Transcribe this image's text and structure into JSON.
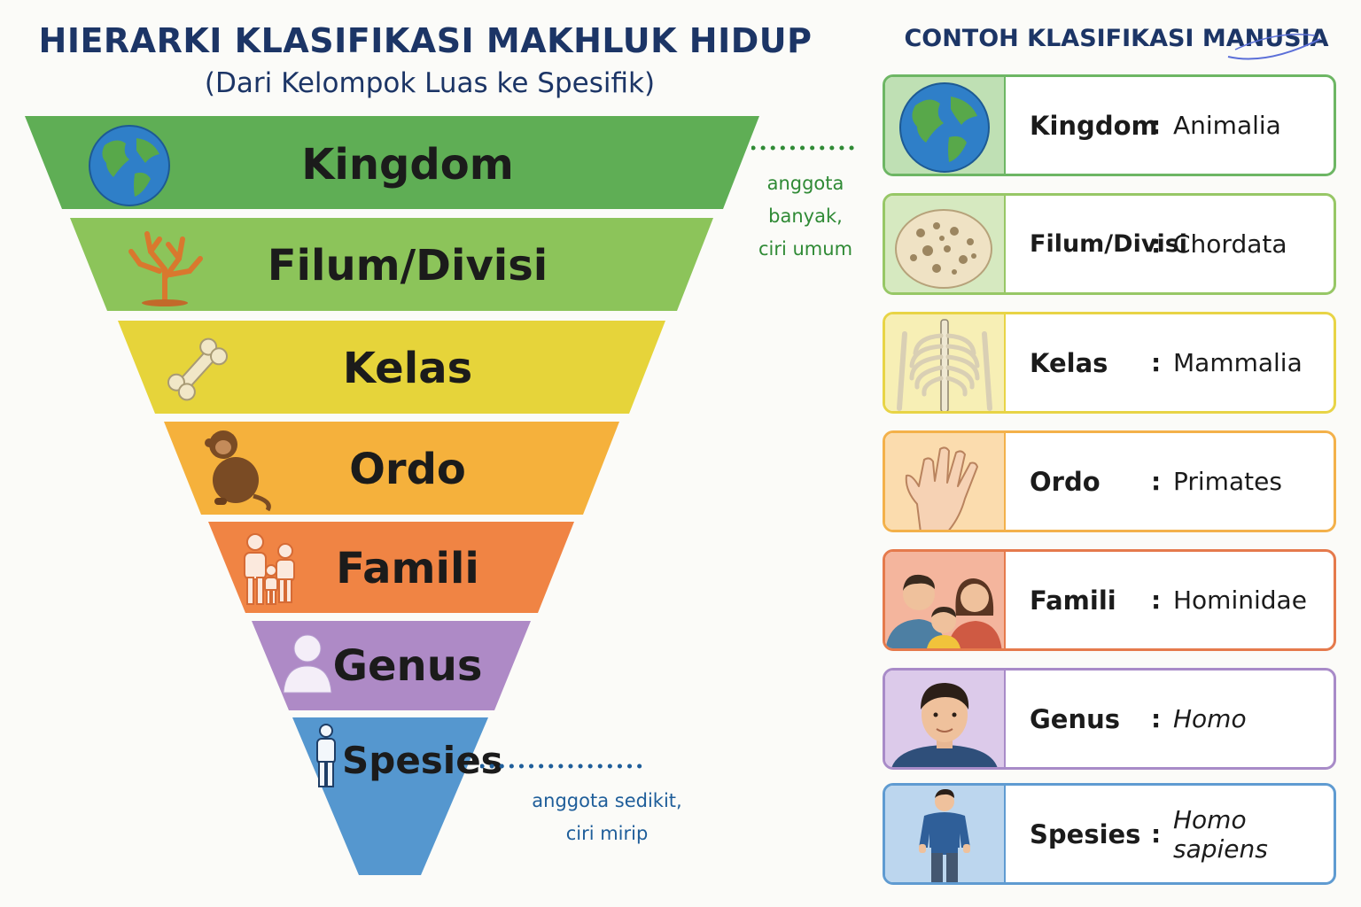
{
  "header": {
    "title": "HIERARKI KLASIFIKASI MAKHLUK HIDUP",
    "subtitle": "(Dari Kelompok Luas ke Spesifik)"
  },
  "example_header": {
    "title": "CONTOH KLASIFIKASI MANUSIA"
  },
  "pyramid": {
    "levels": [
      {
        "label": "Kingdom",
        "color": "#5fae55",
        "icon": "globe-icon"
      },
      {
        "label": "Filum/Divisi",
        "color": "#8cc45a",
        "icon": "coral-icon"
      },
      {
        "label": "Kelas",
        "color": "#e6d43a",
        "icon": "bone-icon"
      },
      {
        "label": "Ordo",
        "color": "#f5b13c",
        "icon": "monkey-icon"
      },
      {
        "label": "Famili",
        "color": "#f08444",
        "icon": "family-icon"
      },
      {
        "label": "Genus",
        "color": "#ae8ac6",
        "icon": "person-silhouette-icon"
      },
      {
        "label": "Spesies",
        "color": "#5597cf",
        "icon": "standing-person-icon"
      }
    ],
    "note_top": {
      "line1": "anggota banyak,",
      "line2": "ciri umum",
      "color": "#2f8a35"
    },
    "note_bottom": {
      "line1": "anggota sedikit,",
      "line2": "ciri mirip",
      "color": "#1f5e9a"
    }
  },
  "examples": [
    {
      "level": "Kingdom",
      "colon": ":",
      "value": "Animalia",
      "border": "#6db664",
      "bg": "#bfe0b4",
      "icon": "globe-icon"
    },
    {
      "level": "Filum/Divisi",
      "colon": ":",
      "value": "Chordata",
      "border": "#97c766",
      "bg": "#d6e9c0",
      "icon": "sponge-icon"
    },
    {
      "level": "Kelas",
      "colon": ":",
      "value": "Mammalia",
      "border": "#e8d446",
      "bg": "#f7efb5",
      "icon": "ribcage-icon"
    },
    {
      "level": "Ordo",
      "colon": ":",
      "value": "Primates",
      "border": "#f3b14a",
      "bg": "#fbdcae",
      "icon": "hand-icon"
    },
    {
      "level": "Famili",
      "colon": ":",
      "value": "Hominidae",
      "border": "#e57a4c",
      "bg": "#f4b59d",
      "icon": "family-portrait-icon"
    },
    {
      "level": "Genus",
      "colon": ":",
      "value": "Homo",
      "border": "#a88bc8",
      "bg": "#dccaea",
      "icon": "man-portrait-icon"
    },
    {
      "level": "Spesies",
      "colon": ":",
      "value": "Homo sapiens",
      "border": "#5f9bd1",
      "bg": "#bcd6ee",
      "icon": "standing-man-icon"
    }
  ]
}
